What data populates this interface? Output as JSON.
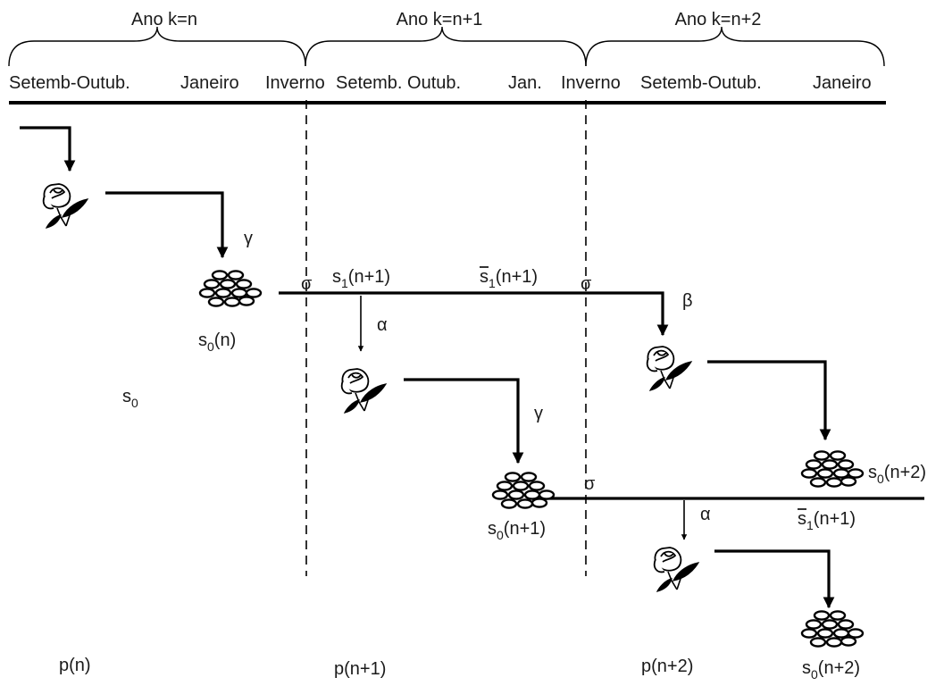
{
  "years": [
    {
      "label": "Ano k=n"
    },
    {
      "label": "Ano k=n+1"
    },
    {
      "label": "Ano k=n+2"
    }
  ],
  "seasons": [
    "Setemb-Outub.",
    "Janeiro",
    "Inverno",
    "Setemb. Outub.",
    "Jan.",
    "Inverno",
    "Setemb-Outub.",
    "Janeiro"
  ],
  "rates": {
    "gamma": "γ",
    "sigma": "σ",
    "alpha": "α",
    "beta": "β"
  },
  "labels": {
    "s0": "s",
    "s0_sub": "0",
    "s0n_main": "s",
    "s0n_sub": "0",
    "s0n_suffix": "(n)",
    "s1n1_main": "s",
    "s1n1_sub": "1",
    "s1n1_suffix": "(n+1)",
    "s1bar_main": "s",
    "s1bar_sub": "1",
    "s1bar_suffix": "(n+1)",
    "s0n1_main": "s",
    "s0n1_sub": "0",
    "s0n1_suffix": "(n+1)",
    "s0n2_main": "s",
    "s0n2_sub": "0",
    "s0n2_suffix": "(n+2)"
  },
  "populations": [
    "p(n)",
    "p(n+1)",
    "p(n+2)"
  ],
  "icons": {
    "flower": "flower-icon",
    "seeds": "seeds-icon"
  }
}
